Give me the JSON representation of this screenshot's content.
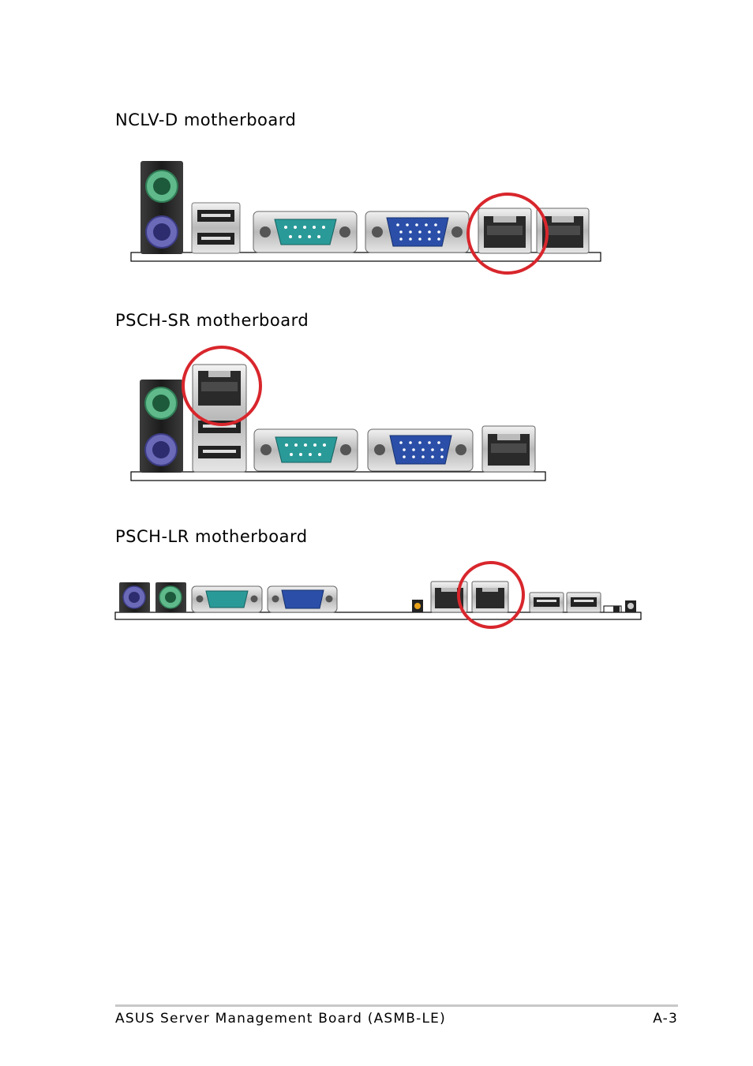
{
  "sections": [
    {
      "title": "NCLV-D motherboard"
    },
    {
      "title": "PSCH-SR motherboard"
    },
    {
      "title": "PSCH-LR motherboard"
    }
  ],
  "footer": {
    "left": "ASUS Server Management Board (ASMB-LE)",
    "right": "A-3"
  },
  "colors": {
    "ps2_mouse": "#5fb98a",
    "ps2_keyboard": "#6a6ab8",
    "serial": "#2a9a98",
    "vga": "#2b4fa8",
    "highlight": "#d8262c"
  }
}
